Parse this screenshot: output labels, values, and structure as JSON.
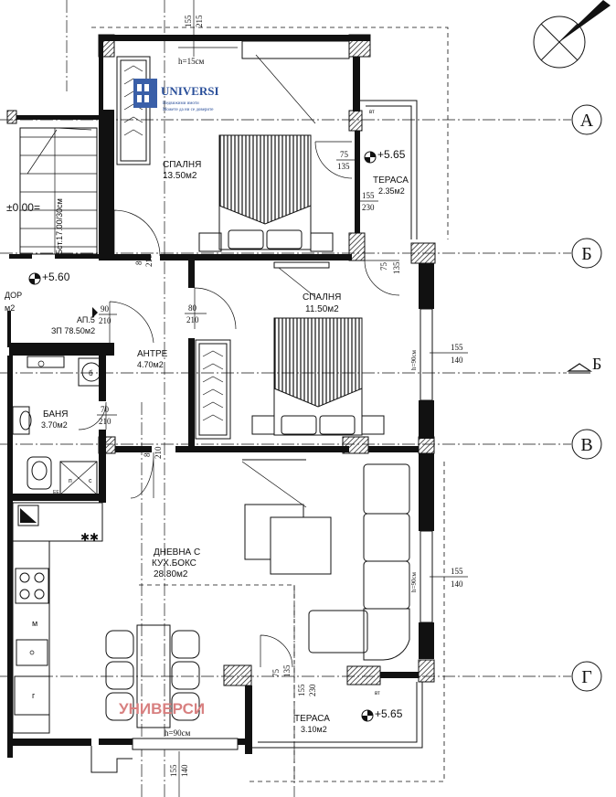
{
  "logo": {
    "brand": "UNIVERSI",
    "line1": "Недвижими имоти",
    "line2": "Можете да ни се доверите"
  },
  "watermark": "УНИВЕРСИ",
  "axes": [
    "А",
    "Б",
    "В",
    "Г"
  ],
  "section_mark": "Б",
  "rooms": {
    "bedroom1": {
      "name": "СПАЛНЯ",
      "area": "13.50м2"
    },
    "bedroom2": {
      "name": "СПАЛНЯ",
      "area": "11.50м2"
    },
    "terrace1": {
      "name": "ТЕРАСА",
      "area": "2.35м2"
    },
    "terrace2": {
      "name": "ТЕРАСА",
      "area": "3.10м2"
    },
    "hall": {
      "name": "АНТРЕ",
      "area": "4.70м2"
    },
    "bath": {
      "name": "БАНЯ",
      "area": "3.70м2"
    },
    "living": {
      "line1": "ДНЕВНА С",
      "line2": "КУХ.БОКС",
      "area": "28.80м2"
    },
    "corridor": {
      "name": "ДОР",
      "area": "м2"
    }
  },
  "apartment": {
    "label": "АП.5",
    "area": "ЗП 78.50м2"
  },
  "levels": {
    "top_right": "+5.65",
    "left": "+5.60",
    "bottom_right": "+5.65",
    "zero": "±0.00="
  },
  "stair_note": "15ст.17.00/30см",
  "dims": {
    "top_155": "155",
    "top_215": "215",
    "h15": "h=15см",
    "t1_75": "75",
    "t1_135": "135",
    "t1_155": "155",
    "t1_230": "230",
    "b_75": "75",
    "b_135": "135",
    "d1_80": "80",
    "d1_210": "210",
    "d2_80": "80",
    "d2_210": "210",
    "d3_90": "90",
    "d3_210": "210",
    "d4_70": "70",
    "d4_210": "210",
    "d5_80": "80",
    "d5_210": "210",
    "w1_155": "155",
    "w1_140": "140",
    "h90a": "h=90см",
    "w2_155": "155",
    "w2_140": "140",
    "h90b": "h=90см",
    "t2_75": "75",
    "t2_135": "135",
    "t2_155": "155",
    "t2_230": "230",
    "bot_155": "155",
    "bot_140": "140",
    "h90c": "h=90см",
    "bt1": "вт",
    "bt2": "вт"
  },
  "kitchen": {
    "m": "м",
    "g": "г",
    "stars": "✱✱"
  },
  "bath_fixtures": {
    "p": "п",
    "s": "с",
    "b": "б",
    "ee": "ЕЕ"
  }
}
